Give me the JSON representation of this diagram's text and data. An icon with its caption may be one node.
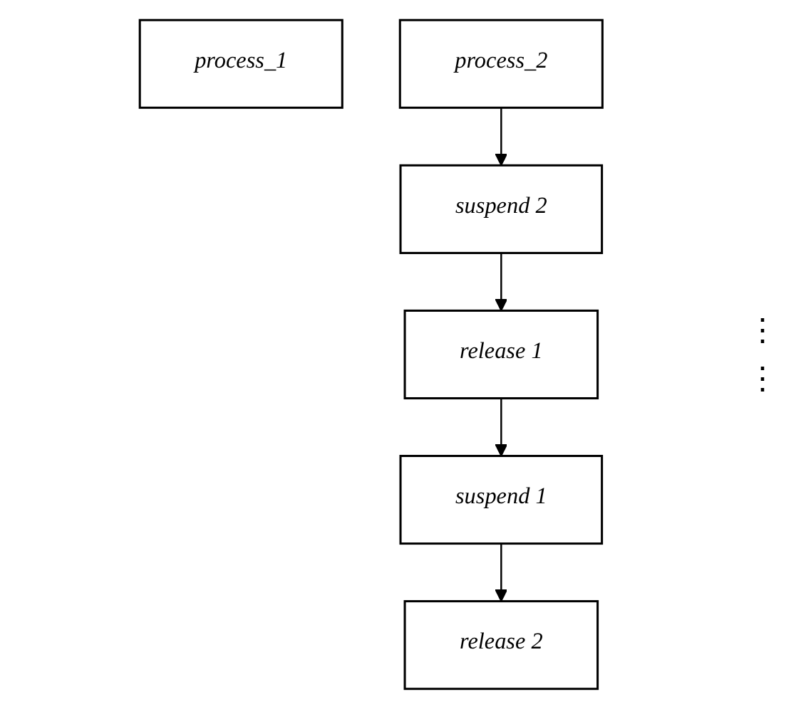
{
  "diagram": {
    "nodes": [
      {
        "text": [
          "process_1"
        ]
      },
      {
        "text": [
          "process_2"
        ]
      },
      {
        "text": [
          "release 1"
        ]
      },
      {
        "text": [
          "suspend 2"
        ]
      },
      {
        "text": [
          "suspend 1"
        ]
      },
      {
        "text": [
          "release 2"
        ]
      }
    ],
    "edges": [
      {
        "from": 1,
        "to": 3,
        "arrow": "to"
      },
      {
        "from": 3,
        "to": 2,
        "arrow": "to"
      },
      {
        "from": 2,
        "to": 4,
        "arrow": "to"
      },
      {
        "from": 4,
        "to": 5,
        "arrow": "to"
      }
    ],
    "labels": [
      "⋮",
      "⋮"
    ]
  }
}
